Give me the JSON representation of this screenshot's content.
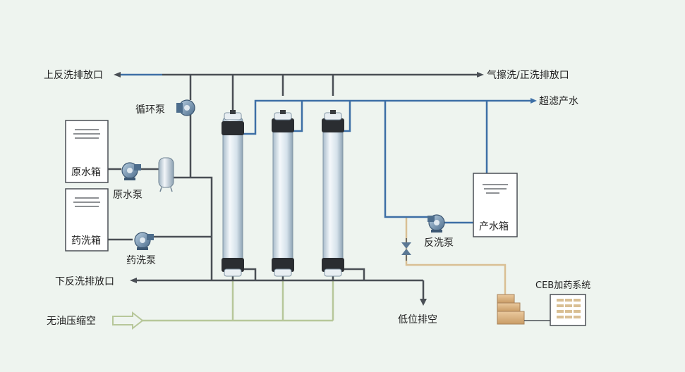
{
  "labels": {
    "upper_backwash_outlet": "上反洗排放口",
    "air_scrub_forward_flush_outlet": "气擦洗/正洗排放口",
    "uf_product_water": "超滤产水",
    "circulation_pump": "循环泵",
    "raw_water_tank": "原水箱",
    "raw_water_pump": "原水泵",
    "chemical_wash_tank": "药洗箱",
    "chemical_wash_pump": "药洗泵",
    "lower_backwash_outlet": "下反洗排放口",
    "oil_free_compressed_air": "无油压缩空",
    "low_point_drain": "低位排空",
    "product_water_tank": "产水箱",
    "backwash_pump": "反洗泵",
    "ceb_dosing_system": "CEB加药系统"
  },
  "colors": {
    "background": "#eef4ef",
    "dark_pipe": "#4a4f55",
    "blue_pipe": "#3d6fa6",
    "air_pipe": "#b7c79a",
    "chem_pipe": "#d9bf94",
    "membrane_body": "#dbe7ee",
    "equipment": "#5b7894"
  }
}
